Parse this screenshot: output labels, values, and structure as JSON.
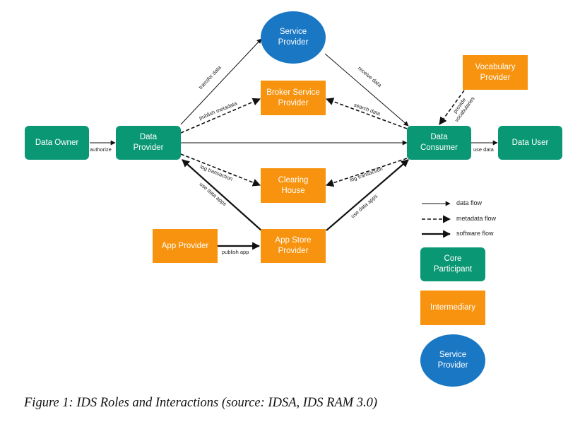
{
  "nodes": {
    "data_owner": "Data Owner",
    "data_provider": "Data\nProvider",
    "service_provider": "Service\nProvider",
    "broker_service_provider": "Broker Service\nProvider",
    "clearing_house": "Clearing\nHouse",
    "app_store_provider": "App Store\nProvider",
    "app_provider": "App Provider",
    "vocabulary_provider": "Vocabulary\nProvider",
    "data_consumer": "Data\nConsumer",
    "data_user": "Data User"
  },
  "edge_labels": {
    "authorize": "authorize",
    "transfer_data": "transfer data",
    "publish_metadata": "publish metadata",
    "receive_data": "receive data",
    "search_data": "search data",
    "provide_vocabularies": "provide\nvocabularies",
    "use_data": "use data",
    "log_transaction_left": "log transaction",
    "log_transaction_right": "log transaction",
    "use_data_apps_left": "use data apps",
    "use_data_apps_right": "use data apps",
    "publish_app": "publish app"
  },
  "legend": {
    "data_flow": "data flow",
    "metadata_flow": "metadata flow",
    "software_flow": "software flow",
    "core_participant": "Core\nParticipant",
    "intermediary": "Intermediary",
    "service_provider": "Service\nProvider"
  },
  "colors": {
    "core": "#0a9874",
    "intermediary": "#f7930e",
    "service": "#1a77c4"
  },
  "caption": "Figure 1: IDS Roles and Interactions (source: IDSA, IDS RAM 3.0)"
}
